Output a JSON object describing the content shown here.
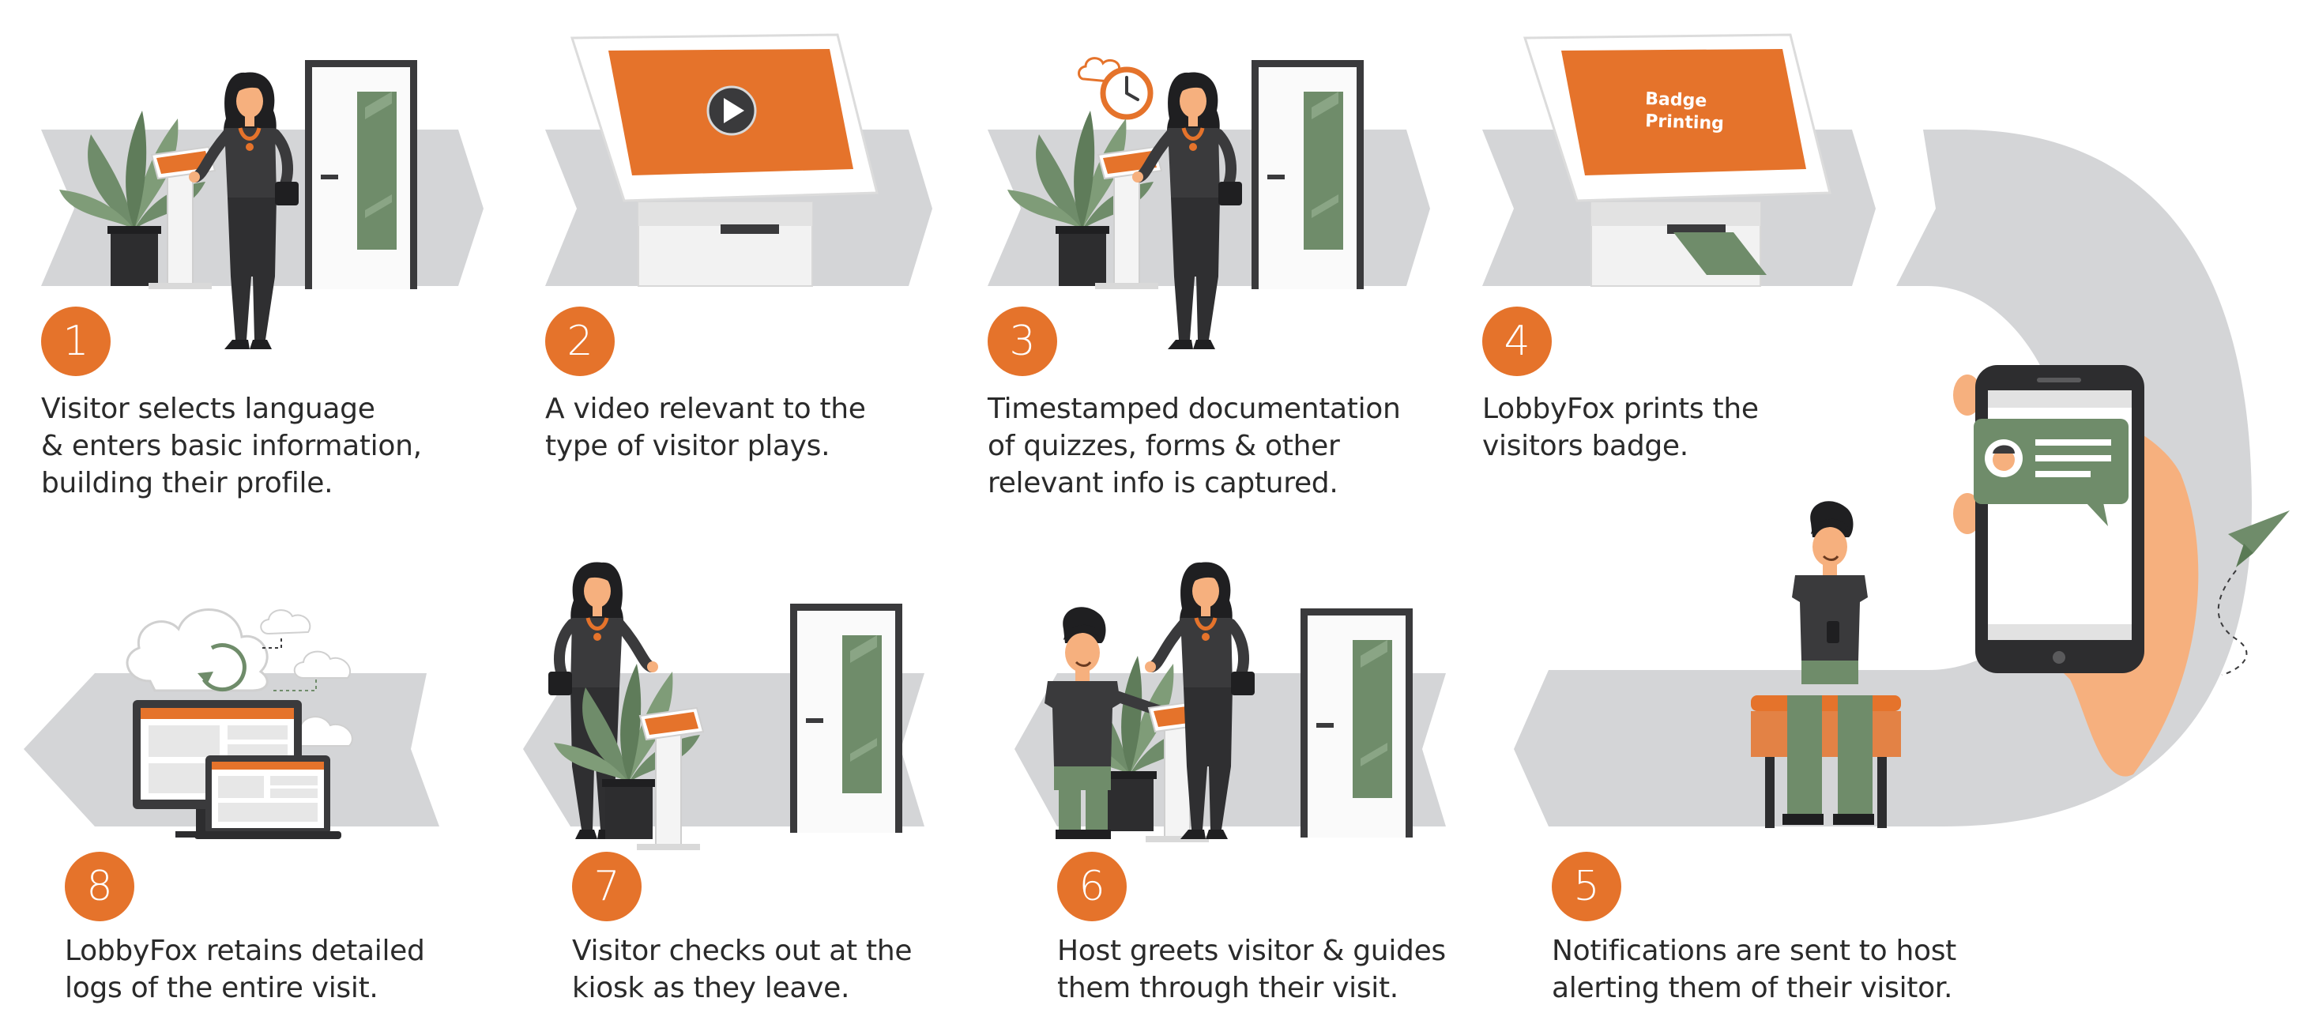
{
  "steps": [
    {
      "number": "1",
      "text": "Visitor selects language\n& enters basic information,\nbuilding their profile."
    },
    {
      "number": "2",
      "text": "A video relevant to the\ntype of visitor plays."
    },
    {
      "number": "3",
      "text": "Timestamped documentation\nof quizzes, forms & other\nrelevant info is captured."
    },
    {
      "number": "4",
      "text": "LobbyFox prints the\nvisitors badge."
    },
    {
      "number": "5",
      "text": "Notifications are sent to host\nalerting them of their visitor."
    },
    {
      "number": "6",
      "text": "Host greets visitor & guides\nthem through their visit."
    },
    {
      "number": "7",
      "text": "Visitor checks out at the\nkiosk as they leave."
    },
    {
      "number": "8",
      "text": "LobbyFox retains detailed\nlogs of the entire visit."
    }
  ],
  "kiosk_screen": {
    "line1": "Badge",
    "line2": "Printing"
  },
  "colors": {
    "accent": "#e5732b",
    "band": "#d4d5d7",
    "door_glass": "#6f8c6a",
    "dark": "#3a3a3c",
    "skin": "#f6b07e"
  },
  "icons": [
    "plant-icon",
    "kiosk-icon",
    "door-icon",
    "woman-visitor-icon",
    "play-icon",
    "clock-icon",
    "cloud-icon",
    "paper-plane-icon",
    "smartphone-icon",
    "chat-bubble-icon",
    "monitor-icon",
    "laptop-icon",
    "man-host-icon"
  ]
}
